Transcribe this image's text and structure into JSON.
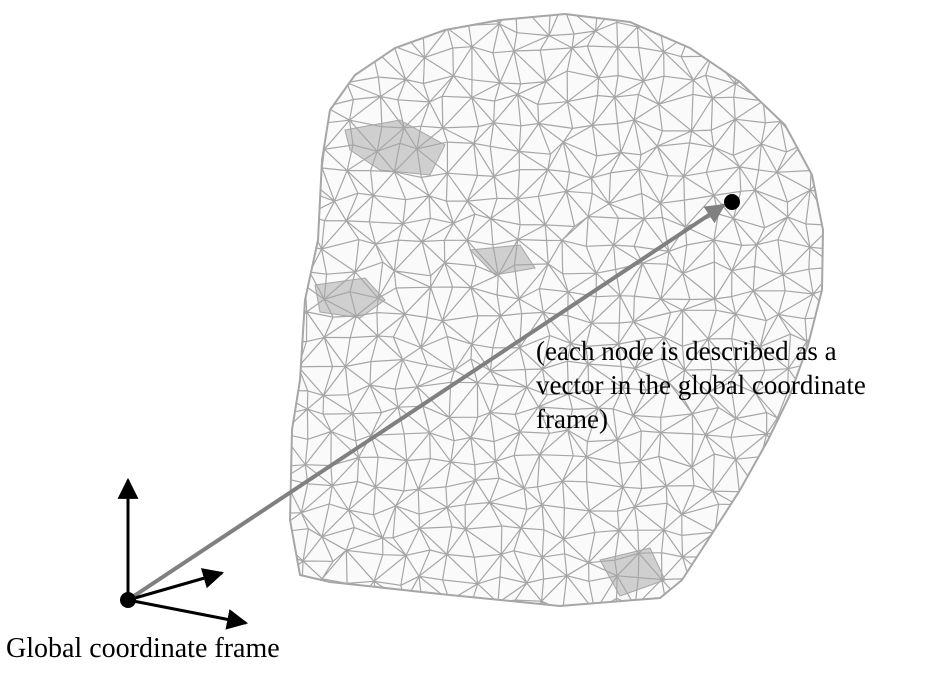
{
  "annotation": {
    "lines": [
      "(each node is described as a",
      "vector in the global coordinate",
      "frame)"
    ]
  },
  "frame_label": "Global coordinate frame",
  "colors": {
    "mesh": "#a6a6a6",
    "mesh_shadow": "#cfcfcf",
    "node_vector": "#808080",
    "axes": "#000000",
    "background": "#ffffff"
  },
  "icons": {
    "node": "filled-circle",
    "axes": "arrow"
  }
}
